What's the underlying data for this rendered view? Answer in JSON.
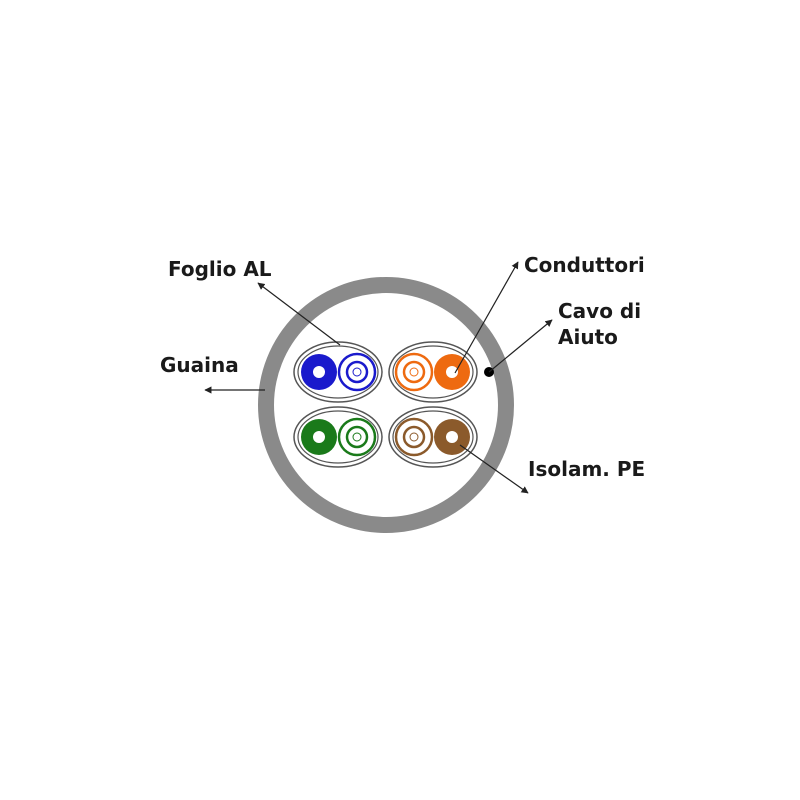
{
  "labels": {
    "foil": "Foglio AL",
    "sheath": "Guaina",
    "conductors": "Conduttori",
    "drain_line1": "Cavo di",
    "drain_line2": "Aiuto",
    "insulation": "Isolam. PE"
  },
  "colors": {
    "sheath": "#888888",
    "blue": "#1a1acc",
    "orange": "#ee6a10",
    "green": "#1a7a1a",
    "brown": "#8b5a2b",
    "line": "#222222"
  },
  "pairs": [
    {
      "name": "blue-pair",
      "color": "blue"
    },
    {
      "name": "orange-pair",
      "color": "orange"
    },
    {
      "name": "green-pair",
      "color": "green"
    },
    {
      "name": "brown-pair",
      "color": "brown"
    }
  ]
}
